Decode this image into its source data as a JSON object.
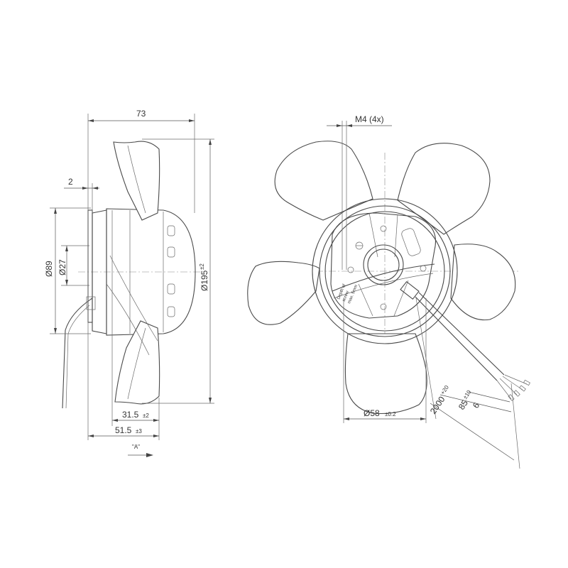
{
  "side_view": {
    "dim_overall_depth": "73",
    "dim_flange": "2",
    "dim_d89": "Ø89",
    "dim_d27": "Ø27",
    "dim_d195": "Ø195",
    "dim_d195_tol": "±2",
    "dim_31_5": "31.5",
    "dim_31_5_tol": "±2",
    "dim_51_5": "51.5",
    "dim_51_5_tol": "±3",
    "view_label": "\"A\""
  },
  "front_view": {
    "dim_m4": "M4 (4x)",
    "dim_d58": "Ø58",
    "dim_d58_tol": "±0.2",
    "dim_6": "6",
    "dim_85": "85",
    "dim_85_tol": "±10",
    "dim_2000": "2000",
    "dim_2000_tol": "+20",
    "label_depth": "Depth of",
    "label_screw": "screw",
    "label_max": "max. 5mm"
  }
}
